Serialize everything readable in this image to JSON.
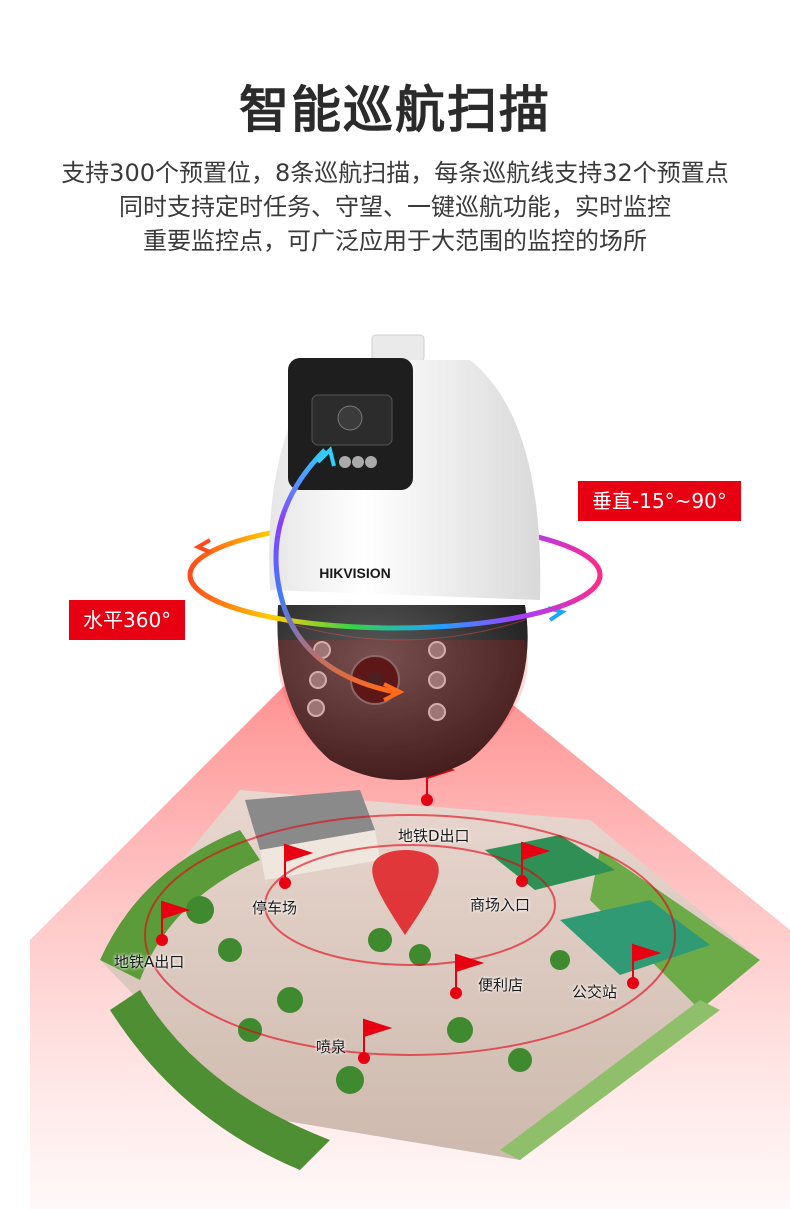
{
  "title": "智能巡航扫描",
  "description": [
    "支持300个预置位，8条巡航扫描，每条巡航线支持32个预置点",
    "同时支持定时任务、守望、一键巡航功能，实时监控",
    "重要监控点，可广泛应用于大范围的监控的场所"
  ],
  "camera": {
    "brand": "HIKVISION"
  },
  "tags": {
    "vertical": "垂直-15°~90°",
    "horizontal": "水平360°"
  },
  "places": {
    "metro_d": "地铁D出口",
    "parking": "停车场",
    "mall": "商场入口",
    "metro_a": "地铁A出口",
    "store": "便利店",
    "bus": "公交站",
    "fountain": "喷泉"
  },
  "colors": {
    "accent": "#e60012",
    "map_green": "#5c9b3a"
  }
}
